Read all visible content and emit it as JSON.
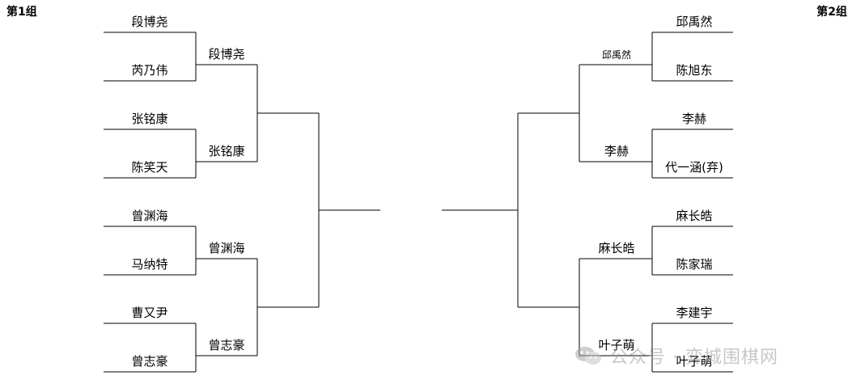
{
  "groups": {
    "left_title": "第1组",
    "right_title": "第2组"
  },
  "left": {
    "round1": [
      "段博尧",
      "芮乃伟",
      "张铭康",
      "陈笑天",
      "曾渊海",
      "马纳特",
      "曹又尹",
      "曾志豪"
    ],
    "round2": [
      "段博尧",
      "张铭康",
      "曾渊海",
      "曾志豪"
    ]
  },
  "right": {
    "round1": [
      "邱禹然",
      "陈旭东",
      "李赫",
      "代一涵(弃)",
      "麻长皓",
      "陈家瑞",
      "李建宇",
      "叶子萌"
    ],
    "round2": [
      "邱禹然",
      "李赫",
      "麻长皓",
      "叶子萌"
    ]
  },
  "watermark": {
    "text": "公众号 · 弈城围棋网",
    "icon": "wechat-icon"
  }
}
